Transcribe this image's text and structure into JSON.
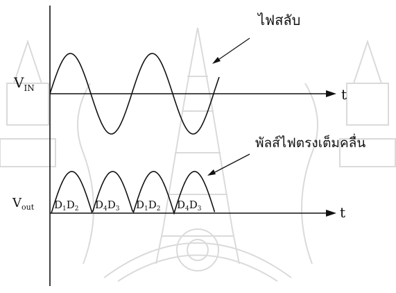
{
  "colors": {
    "ink": "#111111",
    "background": "#ffffff",
    "watermark": "#d9d9d9"
  },
  "input": {
    "axis_label": "V",
    "axis_label_subscript": "IN",
    "time_label": "t",
    "annotation": "ไฟสลับ",
    "waveform": "sine",
    "cycles": 2
  },
  "output": {
    "axis_label": "V",
    "axis_label_subscript": "out",
    "time_label": "t",
    "annotation": "พัลส์ไฟตรงเต็มคลื่น",
    "waveform": "full-wave rectified",
    "pulse_labels": [
      {
        "a": "D",
        "a_sub": "1",
        "b": "D",
        "b_sub": "2"
      },
      {
        "a": "D",
        "a_sub": "4",
        "b": "D",
        "b_sub": "3"
      },
      {
        "a": "D",
        "a_sub": "1",
        "b": "D",
        "b_sub": "2"
      },
      {
        "a": "D",
        "a_sub": "4",
        "b": "D",
        "b_sub": "3"
      }
    ]
  },
  "watermark": {
    "type": "temple emblem",
    "icon": "temple-emblem-watermark"
  }
}
